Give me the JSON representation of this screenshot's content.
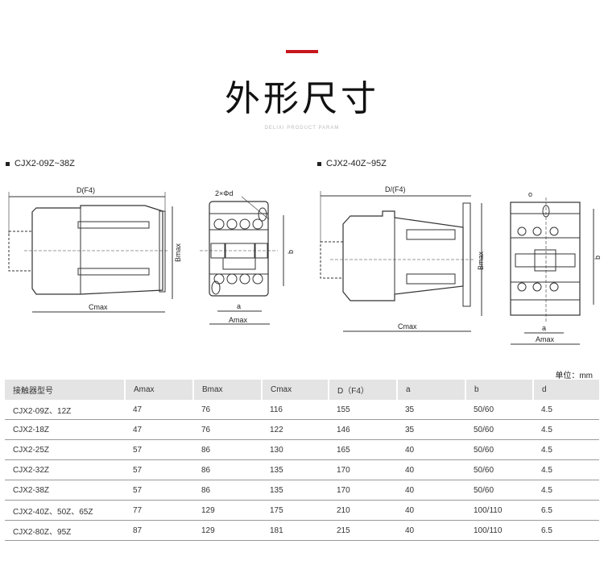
{
  "header": {
    "title": "外形尺寸",
    "subtitle": "DELIXI PRODUCT PARAM",
    "accent": "#c8161d"
  },
  "diagrams": [
    {
      "heading": "CJX2-09Z~38Z",
      "labels": {
        "d": "D(F4)",
        "bmax": "Bmax",
        "cmax": "Cmax",
        "hole": "2×Φd",
        "b": "b",
        "a": "a",
        "amax": "Amax"
      }
    },
    {
      "heading": "CJX2-40Z~95Z",
      "labels": {
        "d": "D/(F4)",
        "bmax": "Bmax",
        "cmax": "Cmax",
        "hole": "o",
        "b": "b",
        "a": "a",
        "amax": "Amax"
      }
    }
  ],
  "table": {
    "unit": "单位：mm",
    "headers": [
      "接触器型号",
      "Amax",
      "Bmax",
      "Cmax",
      "D（F4）",
      "a",
      "b",
      "d"
    ],
    "rows": [
      [
        "CJX2-09Z、12Z",
        "47",
        "76",
        "116",
        "155",
        "35",
        "50/60",
        "4.5"
      ],
      [
        "CJX2-18Z",
        "47",
        "76",
        "122",
        "146",
        "35",
        "50/60",
        "4.5"
      ],
      [
        "CJX2-25Z",
        "57",
        "86",
        "130",
        "165",
        "40",
        "50/60",
        "4.5"
      ],
      [
        "CJX2-32Z",
        "57",
        "86",
        "135",
        "170",
        "40",
        "50/60",
        "4.5"
      ],
      [
        "CJX2-38Z",
        "57",
        "86",
        "135",
        "170",
        "40",
        "50/60",
        "4.5"
      ],
      [
        "CJX2-40Z、50Z、65Z",
        "77",
        "129",
        "175",
        "210",
        "40",
        "100/110",
        "6.5"
      ],
      [
        "CJX2-80Z、95Z",
        "87",
        "129",
        "181",
        "215",
        "40",
        "100/110",
        "6.5"
      ]
    ]
  }
}
